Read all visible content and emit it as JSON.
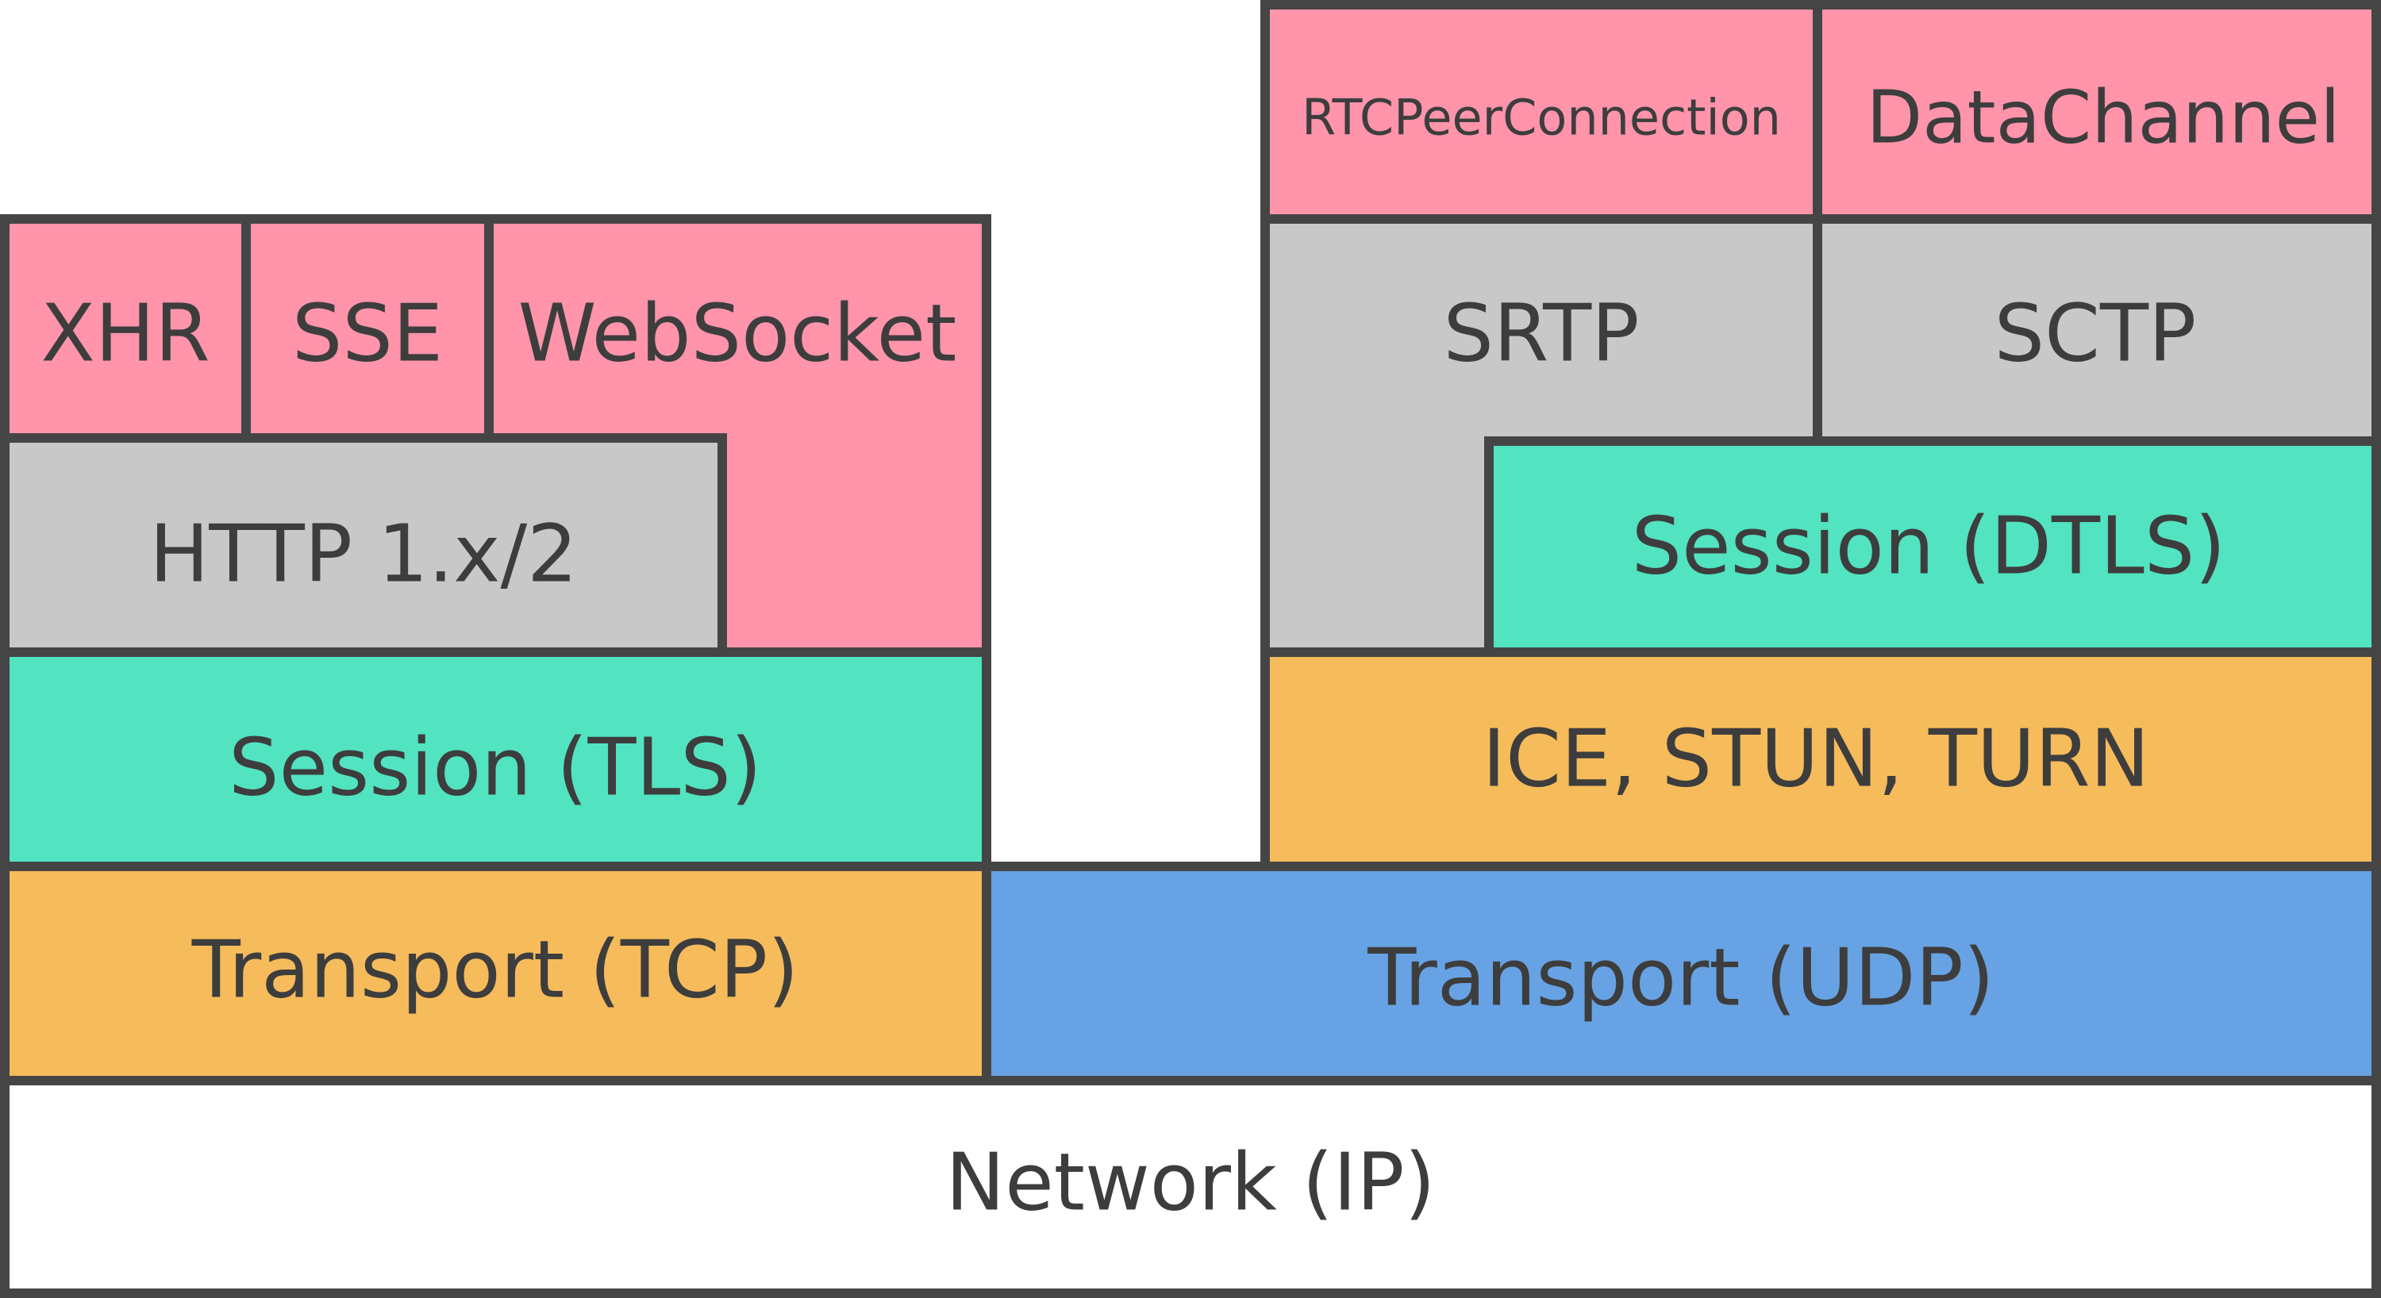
{
  "colors": {
    "browser_api": "#ff94ab",
    "protocol": "#c8c8c8",
    "session": "#52e3c1",
    "transport_tcp": "#f6bb5b",
    "transport_udp": "#67a2e4",
    "network": "#ffffff",
    "border": "#454545",
    "text": "#3d3d3d"
  },
  "labels": {
    "xhr": "XHR",
    "sse": "SSE",
    "websocket": "WebSocket",
    "http": "HTTP 1.x/2",
    "tls": "Session (TLS)",
    "tcp": "Transport (TCP)",
    "rtcpeer": "RTCPeerConnection",
    "datachannel": "DataChannel",
    "srtp": "SRTP",
    "sctp": "SCTP",
    "dtls": "Session (DTLS)",
    "ice": "ICE, STUN, TURN",
    "udp": "Transport (UDP)",
    "ip": "Network (IP)"
  }
}
